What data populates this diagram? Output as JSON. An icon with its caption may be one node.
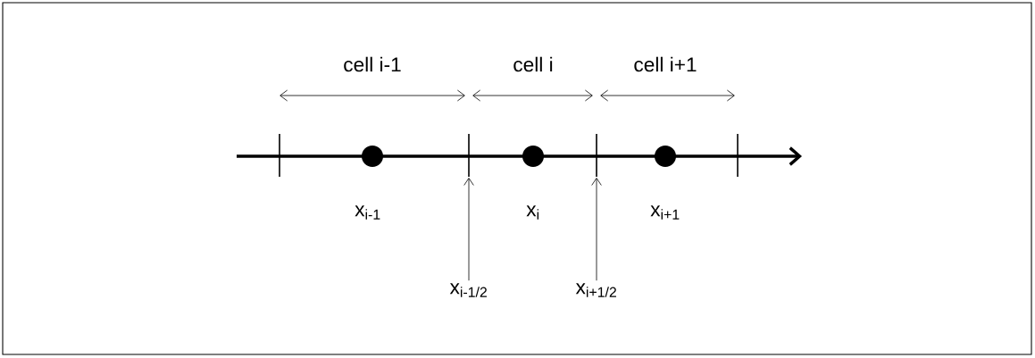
{
  "diagram": {
    "nodes": [
      {
        "text": [
          "x$_{i-1/2}$"
        ]
      },
      {
        "text": [
          "x$_{i+1/2}$"
        ]
      },
      {
        "text": [],
        "shape": "bar"
      },
      {
        "text": [],
        "shape": "bar"
      }
    ],
    "edges": [
      {
        "from": 0,
        "to": 2,
        "arrow": "to"
      },
      {
        "from": 1,
        "to": 3,
        "arrow": "to"
      }
    ],
    "labels": [
      "cell i-1",
      "cell i",
      "cell i+1",
      "x$_{i-1}$",
      "x$_{i}$",
      "x$_{i+1}$"
    ]
  }
}
